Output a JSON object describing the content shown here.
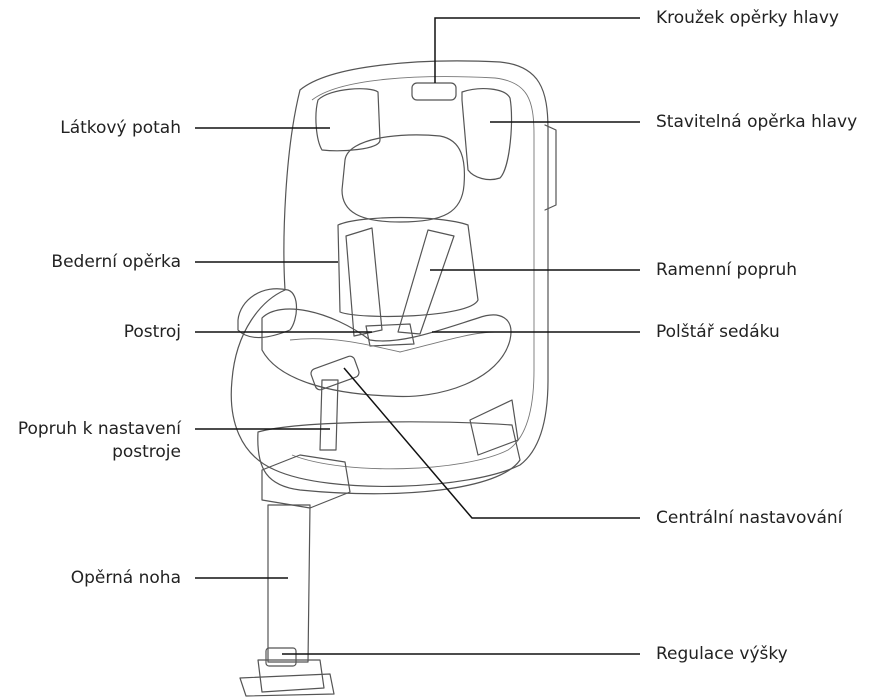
{
  "labels": {
    "headrest_ring": "Kroužek opěrky hlavy",
    "adjustable_headrest": "Stavitelná opěrka hlavy",
    "fabric_cover": "Látkový potah",
    "lumbar_support": "Bederní opěrka",
    "shoulder_strap": "Ramenní popruh",
    "harness": "Postroj",
    "seat_cushion": "Polštář sedáku",
    "harness_adjust_strap_line1": "Popruh k nastavení",
    "harness_adjust_strap_line2": "postroje",
    "central_adjuster": "Centrální nastavování",
    "support_leg": "Opěrná noha",
    "height_regulation": "Regulace výšky"
  },
  "colors": {
    "line": "#111111",
    "outline": "#555555",
    "text": "#222222"
  }
}
